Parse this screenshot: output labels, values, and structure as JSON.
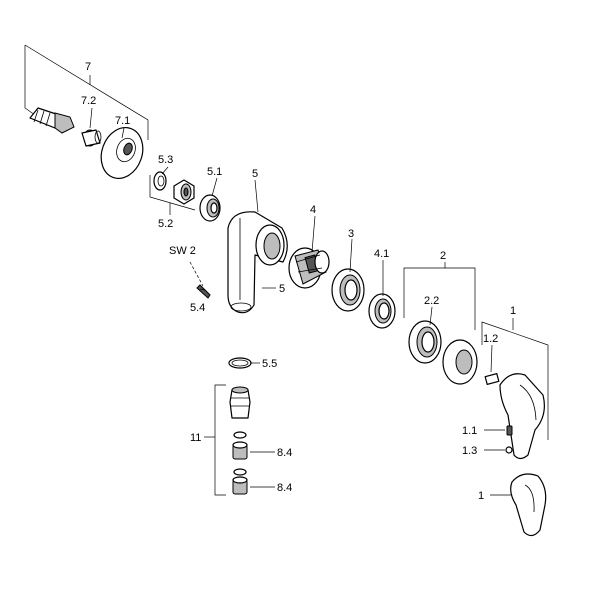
{
  "labels": {
    "l7": "7",
    "l7_2": "7.2",
    "l7_1": "7.1",
    "l5_3": "5.3",
    "l5_1": "5.1",
    "l5_top": "5",
    "l5_2": "5.2",
    "lsw2": "SW 2",
    "l5_side": "5",
    "l5_4": "5.4",
    "l4": "4",
    "l3": "3",
    "l4_1": "4.1",
    "l2": "2",
    "l2_2": "2.2",
    "l1_top": "1",
    "l1_2": "1.2",
    "l5_5": "5.5",
    "l11": "11",
    "l8_4a": "8.4",
    "l8_4b": "8.4",
    "l1_1": "1.1",
    "l1_3": "1.3",
    "l1_bottom": "1"
  }
}
